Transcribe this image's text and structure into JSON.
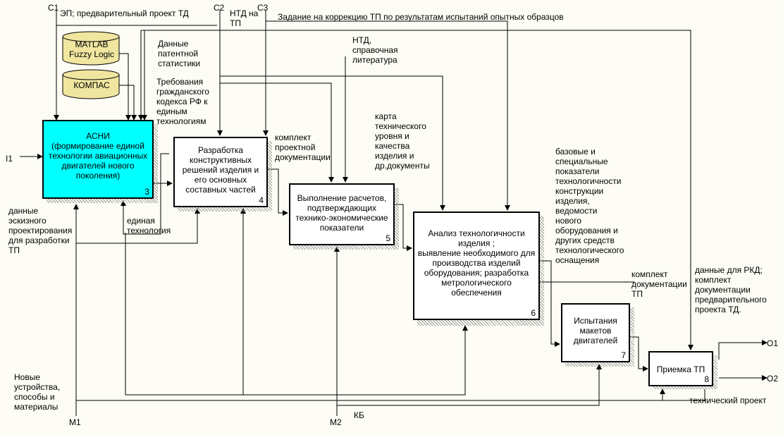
{
  "boxes": {
    "b3": {
      "title": "АСНИ\n(формирование единой технологии авиационных двигателей нового поколения)",
      "num": "3"
    },
    "b4": {
      "title": "Разработка конструктивных решений изделия и его основных составных частей",
      "num": "4"
    },
    "b5": {
      "title": "Выполнение расчетов, подтверждающих технико-экономические показатели",
      "num": "5"
    },
    "b6": {
      "title": "Анализ технологичности изделия ;\nвыявление необходимого для производства изделий оборудования; разработка метрологического обеспечения",
      "num": "6"
    },
    "b7": {
      "title": "Испытания макетов двигателей",
      "num": "7"
    },
    "b8": {
      "title": "Приемка ТП",
      "num": "8"
    }
  },
  "cylinders": {
    "matlab": "MATLAB\nFuzzy Logic",
    "kompas": "КОМПАС"
  },
  "labels": {
    "c1": "C1",
    "c2": "C2",
    "c3": "C3",
    "i1": "I1",
    "m1": "M1",
    "m2": "M2",
    "o1": "O1",
    "o2": "O2",
    "ep": "ЭП; предварительный проект ТД",
    "ntd_tp": "НТД на\nТП",
    "zadanie": "Задание на коррекцию ТП по результатам испытаний опытных образцов",
    "patent": "Данные\nпатентной\nстатистики",
    "trebovania": "Требования\nгражданского\nкодекса РФ к\nединым\nтехнологиям",
    "ntd_spr": "НТД,\nсправочная\nлитература",
    "komplekt_proekt": "комплект\nпроектной\nдокументации",
    "karta": "карта\nтехнического\nуровня и\nкачества\nизделия и\nдр.документы",
    "bazovye": "базовые и\nспециальные\nпоказатели\nтехнологичности\nконструкции\nизделия,\nведомости\nнового\nоборудования и\nдругих средств\nтехнологического\nоснащения",
    "komplekt_tp": "комплект\nдокументации\nТП",
    "rkd": "данные для РКД;\nкомплект\nдокументации\nпредварительного\nпроекта ТД.",
    "tekh_proekt": "технический проект",
    "eskiz": "данные\nэскизного\nпроектирования\nдля разработки\nТП",
    "edinaya": "единая\nтехнология",
    "novye": "Новые\nустройства,\nспособы и\nматериалы",
    "kb": "КБ"
  },
  "colors": {
    "asni_fill": "#00ffff",
    "cylinder_fill": "#f0e6a0",
    "background": "#fdfdf5"
  }
}
